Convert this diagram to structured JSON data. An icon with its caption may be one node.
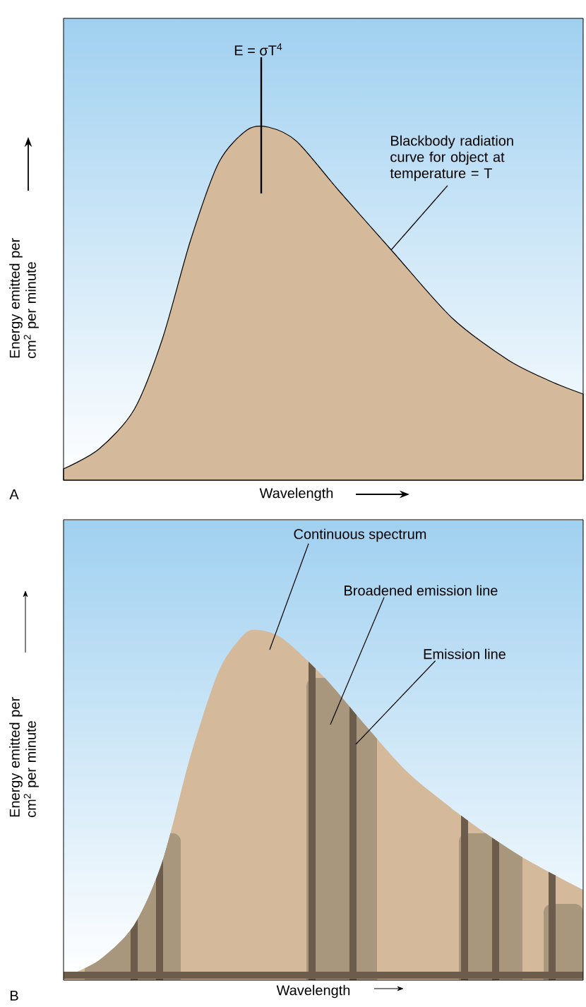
{
  "diagram": {
    "nodes": [
      {
        "text": [
          "E = σT$^{4}$"
        ]
      },
      {
        "text": [
          "Blackbody radiation curve for object at temperature = T"
        ]
      },
      {
        "text": [
          "Continuous spectrum"
        ]
      },
      {
        "text": [
          "Broadened emission line"
        ]
      },
      {
        "text": [
          "Emission line"
        ]
      }
    ],
    "edges": [
      {
        "from": 0,
        "to": null,
        "arrow": "none"
      },
      {
        "from": 1,
        "to": null,
        "arrow": "none"
      },
      {
        "from": 2,
        "to": null,
        "arrow": "none"
      },
      {
        "from": 3,
        "to": null,
        "arrow": "none"
      },
      {
        "from": 4,
        "to": null,
        "arrow": "none"
      }
    ],
    "labels": [
      "Energy emitted per cm$^{2}$ per minute",
      "A",
      "Wavelength",
      "Energy emitted per cm$^{2}$ per minute",
      "B",
      "Wavelength"
    ]
  }
}
